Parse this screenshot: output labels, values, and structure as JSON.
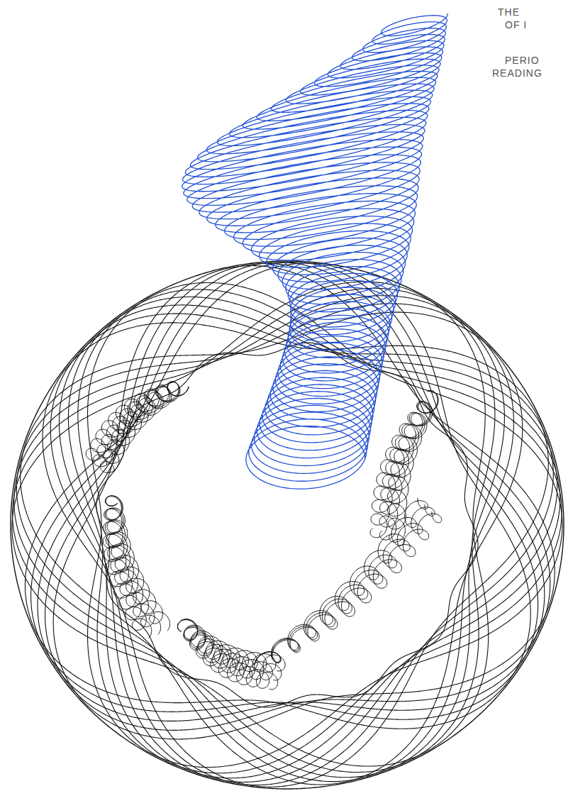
{
  "diagram": {
    "labels": [
      "THE",
      "OF I",
      "PERIO",
      "READING"
    ]
  }
}
